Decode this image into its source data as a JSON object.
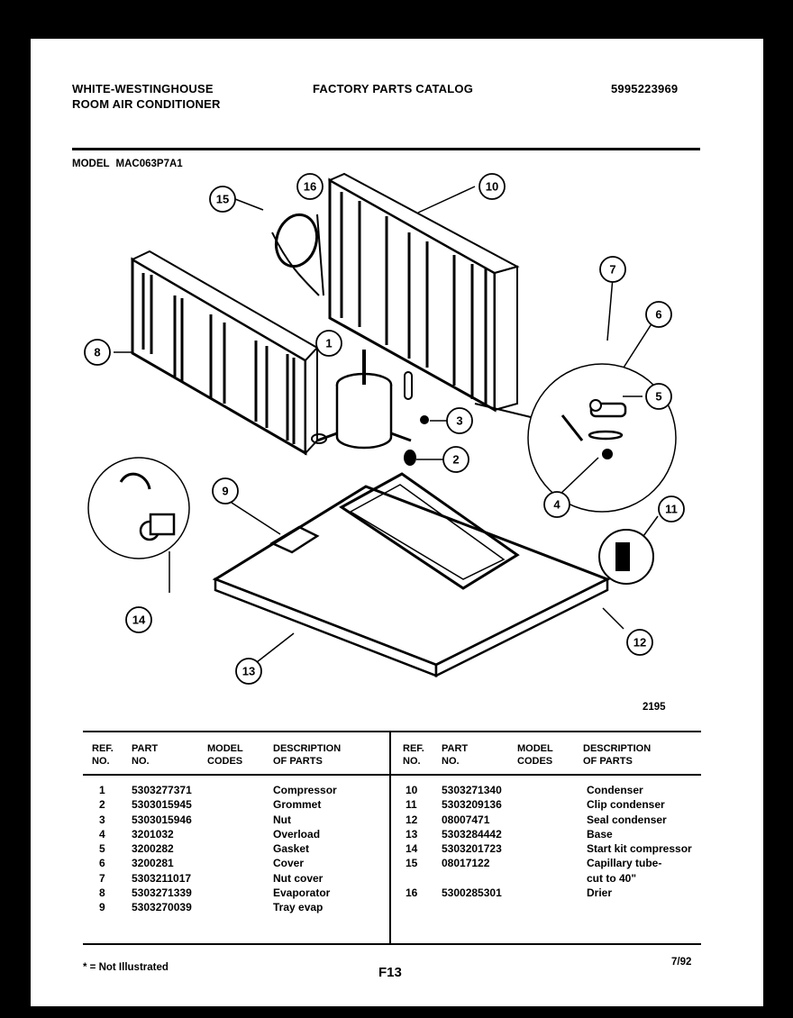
{
  "header": {
    "brand_line1": "WHITE-WESTINGHOUSE",
    "brand_line2": "ROOM AIR CONDITIONER",
    "title": "FACTORY PARTS CATALOG",
    "catalog_number": "5995223969"
  },
  "model": {
    "label": "MODEL",
    "value": "MAC063P7A1"
  },
  "diagram": {
    "drawing_number": "2195",
    "callouts": [
      {
        "ref": "1"
      },
      {
        "ref": "2"
      },
      {
        "ref": "3"
      },
      {
        "ref": "4"
      },
      {
        "ref": "5"
      },
      {
        "ref": "6"
      },
      {
        "ref": "7"
      },
      {
        "ref": "8"
      },
      {
        "ref": "9"
      },
      {
        "ref": "10"
      },
      {
        "ref": "11"
      },
      {
        "ref": "12"
      },
      {
        "ref": "13"
      },
      {
        "ref": "14"
      },
      {
        "ref": "15"
      },
      {
        "ref": "16"
      }
    ]
  },
  "table": {
    "headers": {
      "ref_line1": "REF.",
      "ref_line2": "NO.",
      "part_line1": "PART",
      "part_line2": "NO.",
      "model_line1": "MODEL",
      "model_line2": "CODES",
      "desc_line1": "DESCRIPTION",
      "desc_line2": "OF PARTS"
    },
    "left_rows": [
      {
        "ref": "1",
        "part": "5303277371",
        "codes": "",
        "desc": "Compressor"
      },
      {
        "ref": "2",
        "part": "5303015945",
        "codes": "",
        "desc": "Grommet"
      },
      {
        "ref": "3",
        "part": "5303015946",
        "codes": "",
        "desc": "Nut"
      },
      {
        "ref": "4",
        "part": "3201032",
        "codes": "",
        "desc": "Overload"
      },
      {
        "ref": "5",
        "part": "3200282",
        "codes": "",
        "desc": "Gasket"
      },
      {
        "ref": "6",
        "part": "3200281",
        "codes": "",
        "desc": "Cover"
      },
      {
        "ref": "7",
        "part": "5303211017",
        "codes": "",
        "desc": "Nut cover"
      },
      {
        "ref": "8",
        "part": "5303271339",
        "codes": "",
        "desc": "Evaporator"
      },
      {
        "ref": "9",
        "part": "5303270039",
        "codes": "",
        "desc": "Tray evap"
      }
    ],
    "right_rows": [
      {
        "ref": "10",
        "part": "5303271340",
        "codes": "",
        "desc": "Condenser"
      },
      {
        "ref": "11",
        "part": "5303209136",
        "codes": "",
        "desc": "Clip condenser"
      },
      {
        "ref": "12",
        "part": "08007471",
        "codes": "",
        "desc": "Seal condenser"
      },
      {
        "ref": "13",
        "part": "5303284442",
        "codes": "",
        "desc": "Base"
      },
      {
        "ref": "14",
        "part": "5303201723",
        "codes": "",
        "desc": "Start kit compressor"
      },
      {
        "ref": "15",
        "part": "08017122",
        "codes": "",
        "desc": "Capillary tube-",
        "desc2": "cut to 40\""
      },
      {
        "ref": "16",
        "part": "5300285301",
        "codes": "",
        "desc": "Drier"
      }
    ]
  },
  "footer": {
    "note": "* = Not Illustrated",
    "page": "F13",
    "date": "7/92"
  }
}
